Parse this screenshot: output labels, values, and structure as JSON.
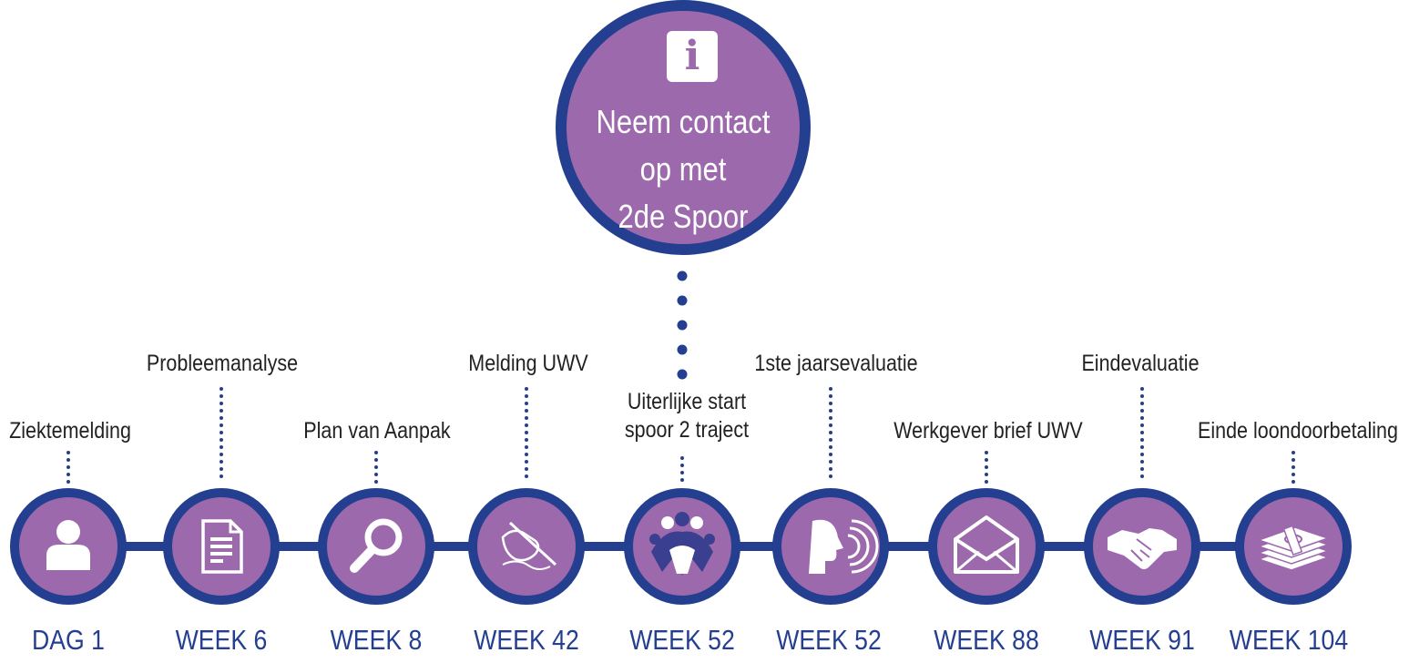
{
  "callout": {
    "icon": "info-icon",
    "icon_glyph": "i",
    "lines": [
      "Neem contact",
      "op met",
      "2de Spoor"
    ]
  },
  "colors": {
    "navy": "#243f8f",
    "purple": "#9c69ad",
    "white": "#ffffff",
    "text": "#222222"
  },
  "milestones": [
    {
      "week": "DAG 1",
      "label": [
        "Ziektemelding"
      ],
      "icon": "person-icon"
    },
    {
      "week": "WEEK 6",
      "label": [
        "Probleemanalyse"
      ],
      "icon": "document-icon"
    },
    {
      "week": "WEEK 8",
      "label": [
        "Plan van Aanpak"
      ],
      "icon": "magnifier-icon"
    },
    {
      "week": "WEEK 42",
      "label": [
        "Melding UWV"
      ],
      "icon": "signing-hand-icon"
    },
    {
      "week": "WEEK 52",
      "label": [
        "Uiterlijke start",
        "spoor 2 traject"
      ],
      "icon": "people-group-icon"
    },
    {
      "week": "WEEK 52",
      "label": [
        "1ste jaarsevaluatie"
      ],
      "icon": "speaking-head-icon"
    },
    {
      "week": "WEEK 88",
      "label": [
        "Werkgever brief UWV"
      ],
      "icon": "envelope-icon"
    },
    {
      "week": "WEEK 91",
      "label": [
        "Eindevaluatie"
      ],
      "icon": "handshake-icon"
    },
    {
      "week": "WEEK 104",
      "label": [
        "Einde loondoorbetaling"
      ],
      "icon": "money-stack-icon"
    }
  ]
}
